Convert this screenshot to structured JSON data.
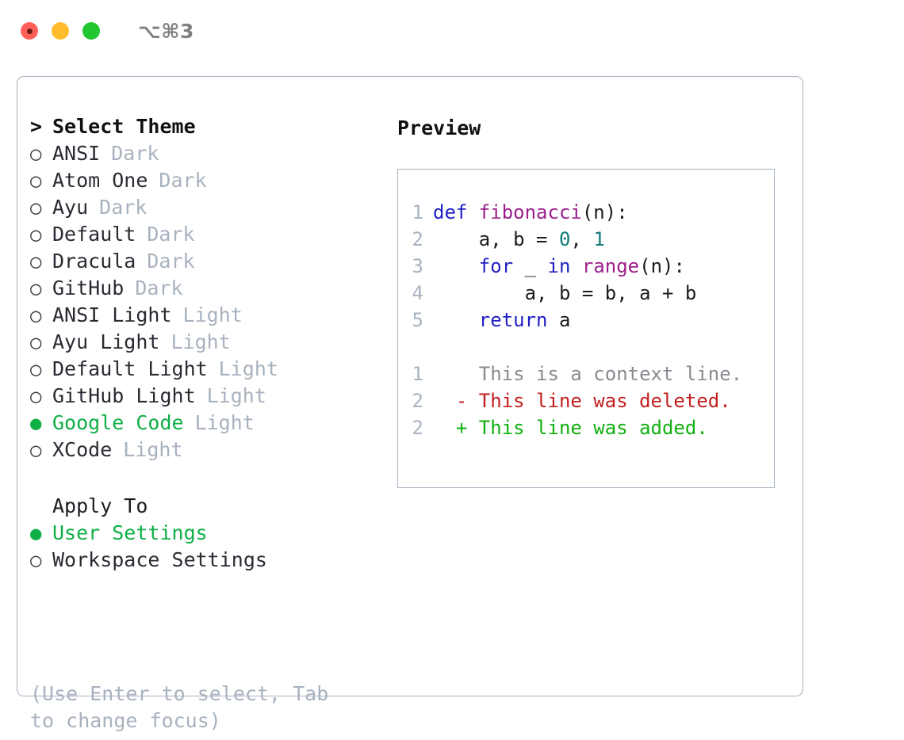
{
  "titlebar": {
    "shortcut": "⌥⌘3",
    "buttons": {
      "close": "close",
      "minimize": "minimize",
      "zoom": "zoom"
    }
  },
  "theme_picker": {
    "header": "Select Theme",
    "caret": ">",
    "marker_unselected": "○",
    "marker_selected": "●",
    "items": [
      {
        "name": "ANSI",
        "variant": "Dark",
        "selected": false
      },
      {
        "name": "Atom One",
        "variant": "Dark",
        "selected": false
      },
      {
        "name": "Ayu",
        "variant": "Dark",
        "selected": false
      },
      {
        "name": "Default",
        "variant": "Dark",
        "selected": false
      },
      {
        "name": "Dracula",
        "variant": "Dark",
        "selected": false
      },
      {
        "name": "GitHub",
        "variant": "Dark",
        "selected": false
      },
      {
        "name": "ANSI Light",
        "variant": "Light",
        "selected": false
      },
      {
        "name": "Ayu Light",
        "variant": "Light",
        "selected": false
      },
      {
        "name": "Default Light",
        "variant": "Light",
        "selected": false
      },
      {
        "name": "GitHub Light",
        "variant": "Light",
        "selected": false
      },
      {
        "name": "Google Code",
        "variant": "Light",
        "selected": true
      },
      {
        "name": "XCode",
        "variant": "Light",
        "selected": false
      }
    ]
  },
  "apply_to": {
    "title": "Apply To",
    "items": [
      {
        "label": "User Settings",
        "selected": true
      },
      {
        "label": "Workspace Settings",
        "selected": false
      }
    ]
  },
  "hint": "(Use Enter to select, Tab to change focus)",
  "preview": {
    "title": "Preview",
    "code_lines": [
      {
        "number": "1",
        "tokens": [
          {
            "text": "def ",
            "type": "kw"
          },
          {
            "text": "fibonacci",
            "type": "fn"
          },
          {
            "text": "(n):",
            "type": "punc"
          }
        ]
      },
      {
        "number": "2",
        "tokens": [
          {
            "text": "    a, b = ",
            "type": "id"
          },
          {
            "text": "0",
            "type": "num"
          },
          {
            "text": ", ",
            "type": "id"
          },
          {
            "text": "1",
            "type": "num"
          }
        ]
      },
      {
        "number": "3",
        "tokens": [
          {
            "text": "    ",
            "type": "id"
          },
          {
            "text": "for",
            "type": "kw"
          },
          {
            "text": " _ ",
            "type": "id"
          },
          {
            "text": "in",
            "type": "kw"
          },
          {
            "text": " ",
            "type": "id"
          },
          {
            "text": "range",
            "type": "fn"
          },
          {
            "text": "(n):",
            "type": "punc"
          }
        ]
      },
      {
        "number": "4",
        "tokens": [
          {
            "text": "        a, b = b, a + b",
            "type": "id"
          }
        ]
      },
      {
        "number": "5",
        "tokens": [
          {
            "text": "    ",
            "type": "id"
          },
          {
            "text": "return",
            "type": "kw"
          },
          {
            "text": " a",
            "type": "id"
          }
        ]
      }
    ],
    "diff_lines": [
      {
        "number": "1",
        "marker": " ",
        "text": "This is a context line.",
        "kind": "ctx"
      },
      {
        "number": "2",
        "marker": "-",
        "text": "This line was deleted.",
        "kind": "del"
      },
      {
        "number": "2",
        "marker": "+",
        "text": "This line was added.",
        "kind": "add"
      }
    ]
  },
  "colors": {
    "selected_green": "#0FAF46",
    "muted_gray": "#A8B2BF",
    "border": "#A7B3C2",
    "keyword_blue": "#1F1FC4",
    "function_magenta": "#9C1F8C",
    "number_teal": "#0E7C78",
    "diff_deleted_red": "#C21F1F",
    "diff_added_green": "#10B010",
    "traffic_close": "#FF6159",
    "traffic_minimize": "#FFBD2E",
    "traffic_zoom": "#21C631"
  }
}
